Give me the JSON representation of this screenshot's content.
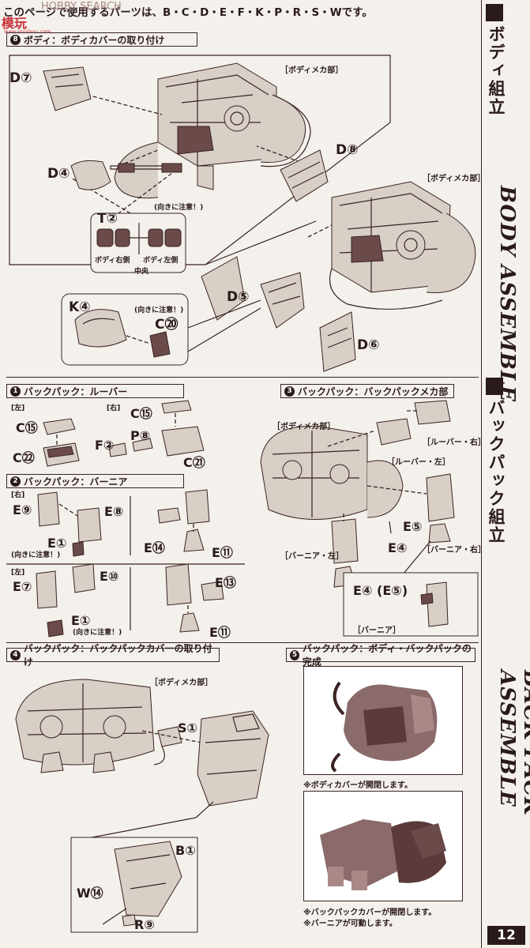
{
  "header": {
    "intro": "このページで使用するパーツは、B・C・D・E・F・K・P・R・S・Wです。",
    "watermark": "HOBBY SEARCH",
    "logo": "模玩",
    "logo_sub": "www.moshou.com"
  },
  "sidebar": {
    "body_jp": "ボディ組立",
    "body_en": "BODY ASSEMBLE",
    "back_jp": "バックパック組立",
    "back_en": "BACK PACK ASSEMBLE",
    "page_number": "12"
  },
  "step8": {
    "num": "8",
    "title": "ボディ：ボディカバーの取り付け",
    "label_mecha1": "［ボディメカ部］",
    "label_mecha2": "［ボディメカ部］",
    "parts": [
      "D⑦",
      "D④",
      "D⑧",
      "D⑤",
      "D⑥",
      "K④",
      "C⑳",
      "T②"
    ],
    "note_direction": "(向きに注意！)",
    "note_direction2": "(向きに注意！)",
    "right_side": "ボディ右側",
    "left_side": "ボディ左側",
    "center": "中央"
  },
  "step1": {
    "num": "1",
    "title": "バックパック：ルーバー",
    "left": "[左]",
    "right": "[右]",
    "parts": [
      "C⑮",
      "C㉒",
      "C⑮",
      "F②",
      "P⑧",
      "C㉑"
    ]
  },
  "step2": {
    "num": "2",
    "title": "バックパック：バーニア",
    "right": "[右]",
    "left": "[左]",
    "parts_right": [
      "E⑨",
      "E⑧",
      "E①",
      "E⑭",
      "E⑪"
    ],
    "parts_left": [
      "E⑦",
      "E⑩",
      "E①",
      "E⑬",
      "E⑪"
    ],
    "note1": "(向きに注意！)",
    "note2": "(向きに注意！)"
  },
  "step3": {
    "num": "3",
    "title": "バックパック：バックパックメカ部",
    "mecha": "［ボディメカ部］",
    "louver_right": "［ルーバー・右］",
    "louver_left": "［ルーバー・左］",
    "vernier_right": "［バーニア・右］",
    "vernier_left": "［バーニア・左］",
    "vernier": "［バーニア］",
    "parts": [
      "E⑤",
      "E④",
      "E④ (E⑤)"
    ]
  },
  "step4": {
    "num": "4",
    "title": "バックパック：バックパックカバーの取り付け",
    "mecha": "［ボディメカ部］",
    "parts": [
      "S①",
      "B①",
      "W⑭",
      "R⑨"
    ]
  },
  "step5": {
    "num": "5",
    "title": "バックパック：ボディ・バックパックの完成",
    "note1": "※ボディカバーが開閉します。",
    "note2": "※バックパックカバーが開閉します。",
    "note3": "※バーニアが可動します。"
  }
}
